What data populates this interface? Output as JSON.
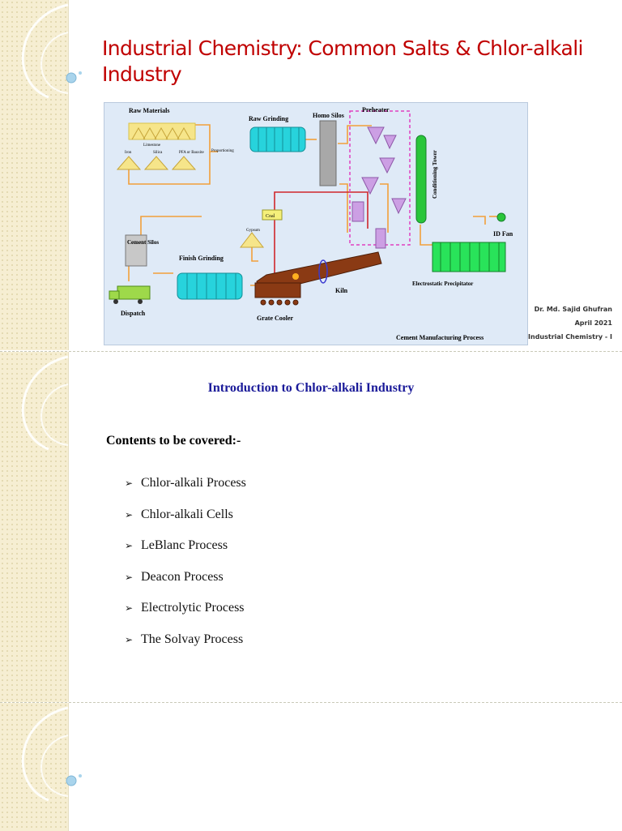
{
  "slide1": {
    "title": "Industrial Chemistry: Common Salts & Chlor-alkali Industry",
    "diagram": {
      "caption": "Cement Manufacturing Process",
      "labels": {
        "raw_materials": "Raw Materials",
        "limestone": "Limestone",
        "iron": "Iron",
        "silica": "Silica",
        "pfa_or_bauxite": "PFA or Bauxite",
        "proportioning": "Proportioning",
        "raw_grinding": "Raw Grinding",
        "homo_silos": "Homo Silos",
        "preheater": "Preheater",
        "conditioning_tower": "Conditioning Tower",
        "id_fan": "ID Fan",
        "coal": "Coal",
        "gypsum": "Gypsum",
        "cement_silos": "Cement Silos",
        "finish_grinding": "Finish Grinding",
        "kiln": "Kiln",
        "electrostatic_precipitator": "Electrostatic Precipitator",
        "grate_cooler": "Grate Cooler",
        "dispatch": "Dispatch"
      }
    },
    "footer": {
      "author": "Dr. Md. Sajid Ghufran",
      "date": "April 2021",
      "course": "Industrial Chemistry - I"
    }
  },
  "slide2": {
    "heading": "Introduction to Chlor-alkali Industry",
    "contents_label": "Contents to be covered:-",
    "items": [
      "Chlor-alkali Process",
      "Chlor-alkali Cells",
      "LeBlanc Process",
      "Deacon Process",
      "Electrolytic Process",
      "The Solvay Process"
    ],
    "bullet": "➢"
  },
  "colors": {
    "title_red": "#c00000",
    "heading_blue": "#1a1a99",
    "sidebar": "#f6eed2",
    "diagram_bg": "#dfeaf7"
  }
}
